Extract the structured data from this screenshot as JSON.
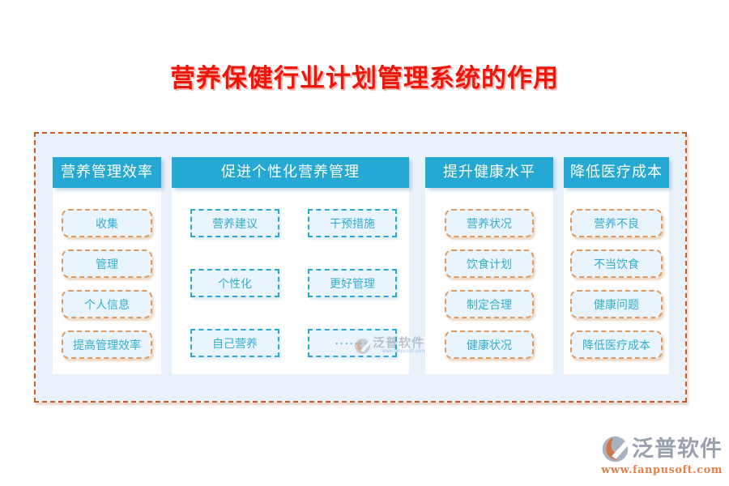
{
  "page": {
    "title": "营养保健行业计划管理系统的作用"
  },
  "columns": [
    {
      "header": "营养管理效率",
      "items": [
        "收集",
        "管理",
        "个人信息",
        "提高管理效率"
      ]
    },
    {
      "header": "促进个性化营养管理",
      "items": [
        "营养建议",
        "干预措施",
        "个性化",
        "更好管理",
        "自己营养",
        "·······"
      ]
    },
    {
      "header": "提升健康水平",
      "items": [
        "营养状况",
        "饮食计划",
        "制定合理",
        "健康状况"
      ]
    },
    {
      "header": "降低医疗成本",
      "items": [
        "营养不良",
        "不当饮食",
        "健康问题",
        "降低医疗成本"
      ]
    }
  ],
  "watermark": {
    "brand": "泛普软件",
    "url": "www.fanpusoft.com"
  },
  "footer": {
    "brand": "泛普软件",
    "url": "www.fanpusoft.com"
  },
  "icons": {
    "brand_logo": "fanpu-logo-icon"
  },
  "colors": {
    "title_red": "#ee160a",
    "header_bg": "#25a9d4",
    "container_bg": "#e9f2fb",
    "container_border": "#c45e26",
    "item_bg": "#eaf4fc",
    "item_text": "#31aed2",
    "item_border_orange": "#dc9b65",
    "item_border_blue": "#2aa8d5",
    "brand_gray": "#99a1af",
    "brand_orange": "#e2814e"
  }
}
